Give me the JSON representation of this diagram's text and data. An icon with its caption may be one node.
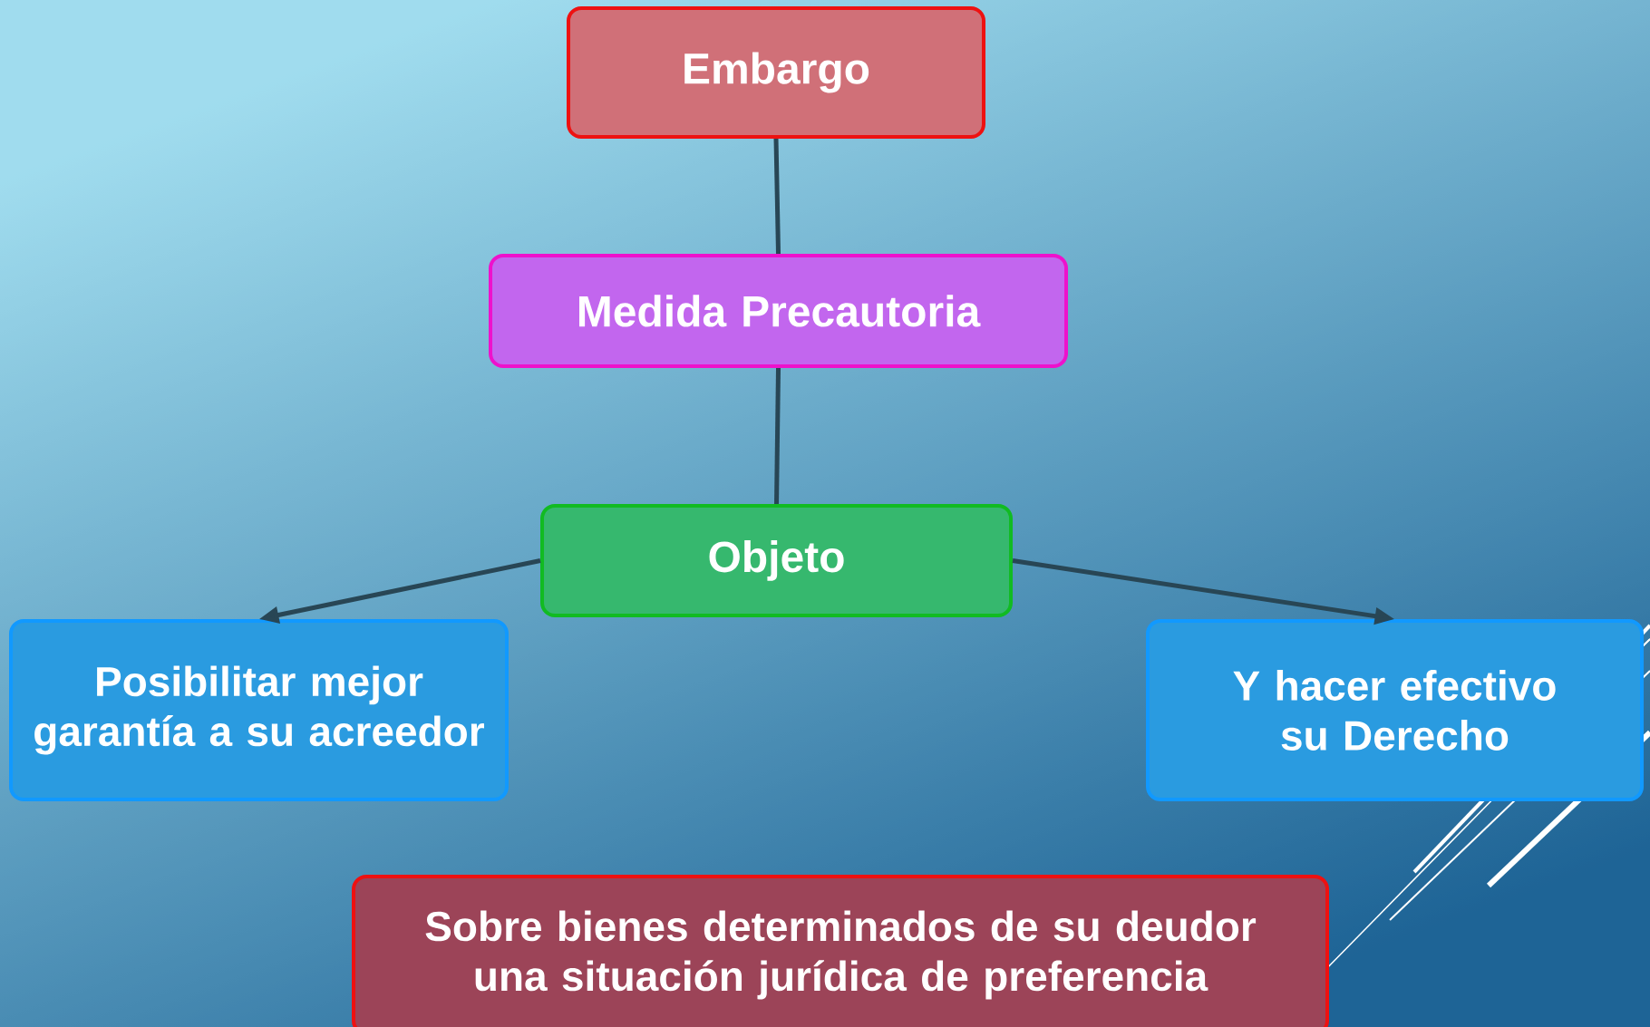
{
  "diagram": {
    "nodes": [
      {
        "text": [
          "Embargo"
        ]
      },
      {
        "text": [
          "Medida Precautoria"
        ]
      },
      {
        "text": [
          "Objeto"
        ]
      },
      {
        "text": [
          "Posibilitar mejor garantía a su acreedor"
        ]
      },
      {
        "text": [
          "Y hacer efectivo su Derecho"
        ]
      },
      {
        "text": [
          "Sobre bienes determinados de su deudor una situación jurídica de preferencia"
        ]
      }
    ],
    "edges": [
      {
        "from": 0,
        "to": 1,
        "arrow": "none"
      },
      {
        "from": 1,
        "to": 2,
        "arrow": "none"
      },
      {
        "from": 2,
        "to": 3,
        "arrow": "to"
      },
      {
        "from": 2,
        "to": 4,
        "arrow": "to"
      }
    ]
  }
}
